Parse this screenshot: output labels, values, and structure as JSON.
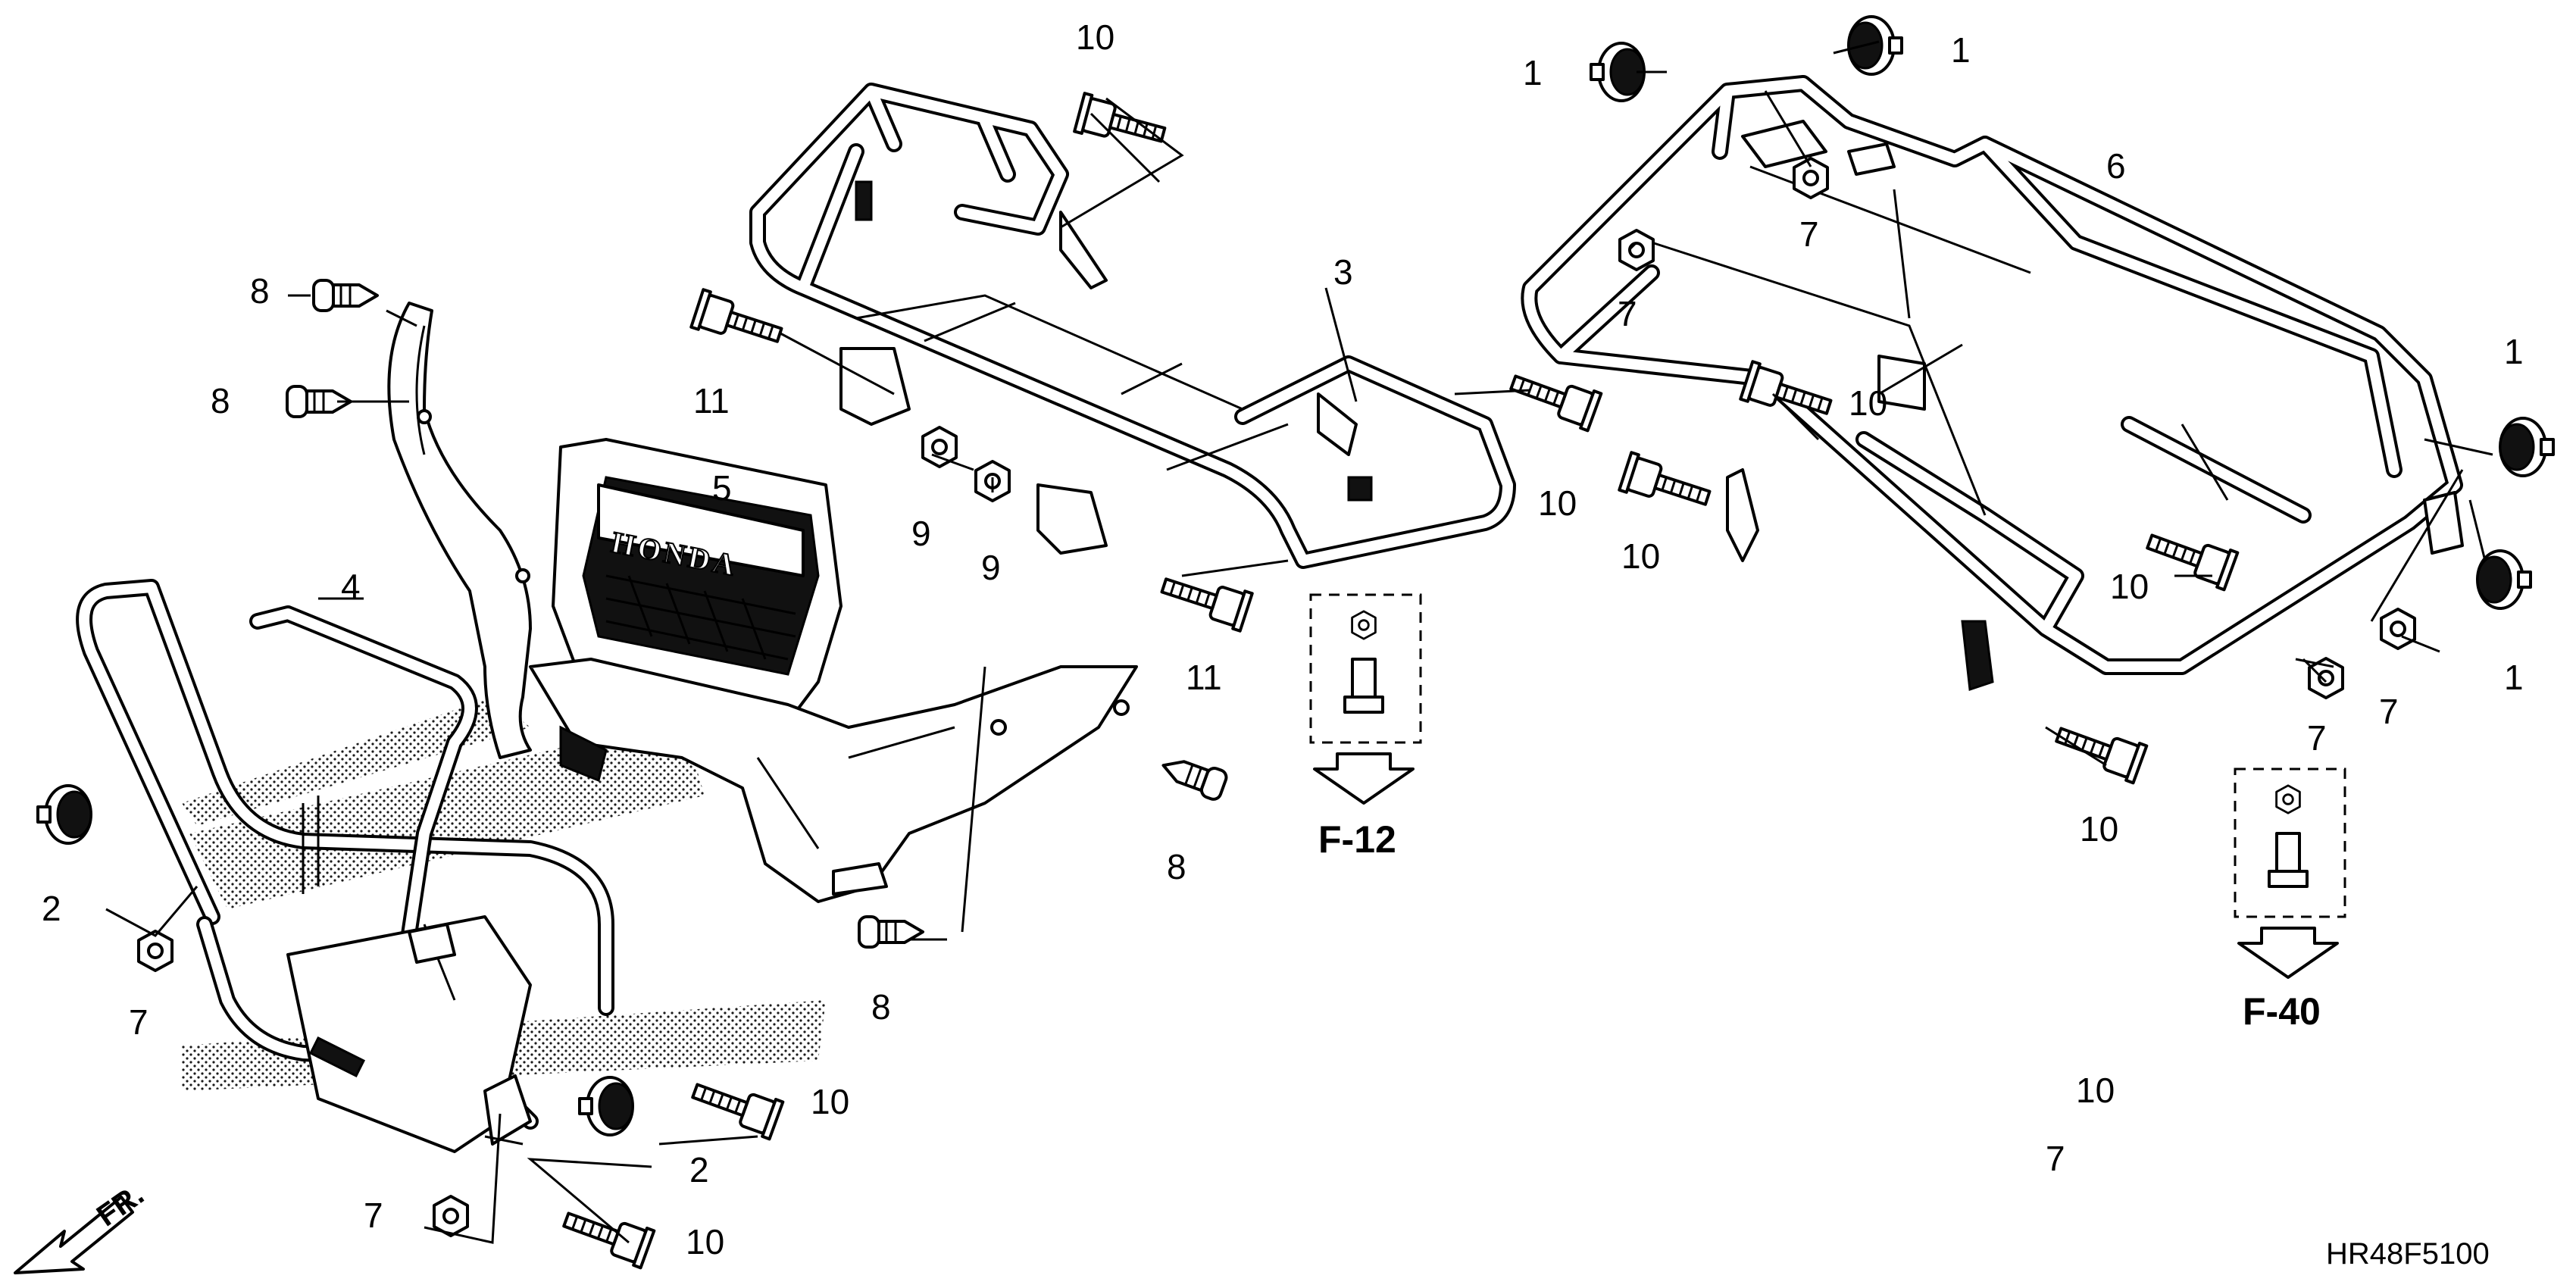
{
  "callouts": {
    "c1_a": "1",
    "c1_b": "1",
    "c1_c": "1",
    "c1_d": "1",
    "c2_a": "2",
    "c2_b": "2",
    "c3": "3",
    "c4": "4",
    "c5": "5",
    "c6": "6",
    "c7_a": "7",
    "c7_b": "7",
    "c7_c": "7",
    "c7_d": "7",
    "c7_e": "7",
    "c7_f": "7",
    "c7_g": "7",
    "c8_a": "8",
    "c8_b": "8",
    "c8_c": "8",
    "c8_d": "8",
    "c9_a": "9",
    "c9_b": "9",
    "c10_a": "10",
    "c10_b": "10",
    "c10_c": "10",
    "c10_d": "10",
    "c10_e": "10",
    "c10_f": "10",
    "c10_g": "10",
    "c10_h": "10",
    "c10_i": "10",
    "c11_a": "11",
    "c11_b": "11"
  },
  "references": {
    "front": "F-12",
    "rear": "F-40"
  },
  "grille_brand": "HONDA",
  "direction_label": "FR.",
  "diagram_code": "HR48F5100"
}
